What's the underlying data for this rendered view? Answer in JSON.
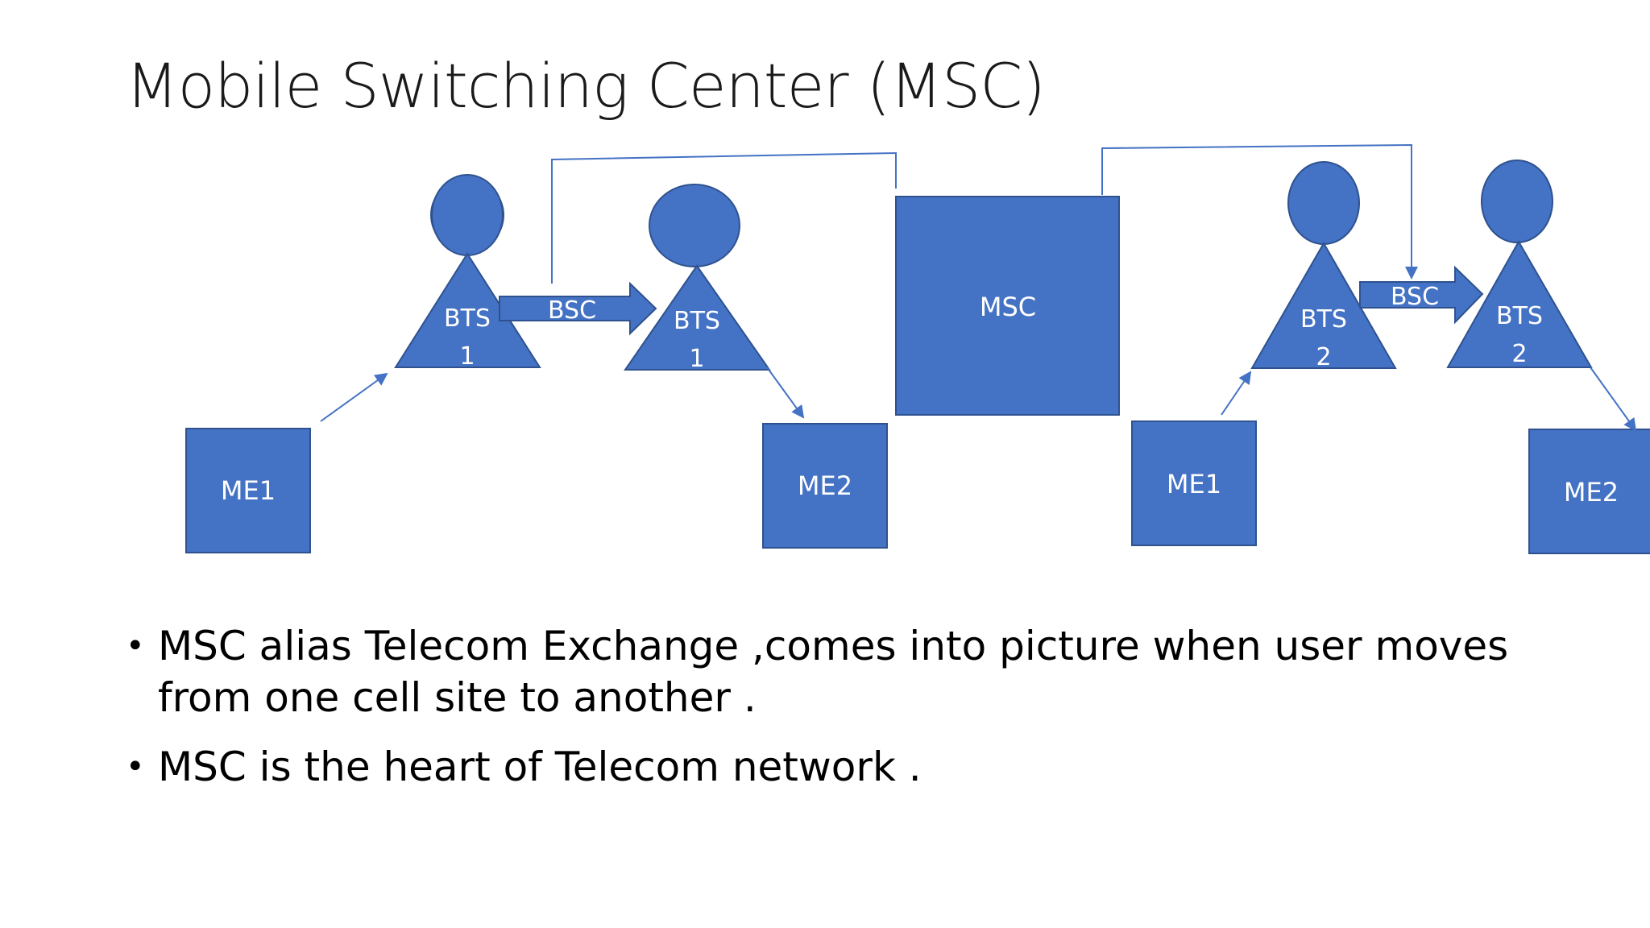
{
  "title": "Mobile Switching Center (MSC)",
  "diagram": {
    "colors": {
      "fill": "#4472C4",
      "stroke": "#2F528F",
      "text": "#FFFFFF"
    },
    "left_group": {
      "bts_a": {
        "line1": "BTS",
        "line2": "1"
      },
      "bts_b": {
        "line1": "BTS",
        "line2": "1"
      },
      "bsc_label": "BSC",
      "me_a": "ME1",
      "me_b": "ME2"
    },
    "msc_label": "MSC",
    "right_group": {
      "bts_a": {
        "line1": "BTS",
        "line2": "2"
      },
      "bts_b": {
        "line1": "BTS",
        "line2": "2"
      },
      "bsc_label": "BSC",
      "me_a": "ME1",
      "me_b": "ME2"
    }
  },
  "bullets": [
    "MSC alias Telecom Exchange ,comes into picture when user moves from one cell site to another .",
    "MSC is the heart of Telecom network ."
  ]
}
